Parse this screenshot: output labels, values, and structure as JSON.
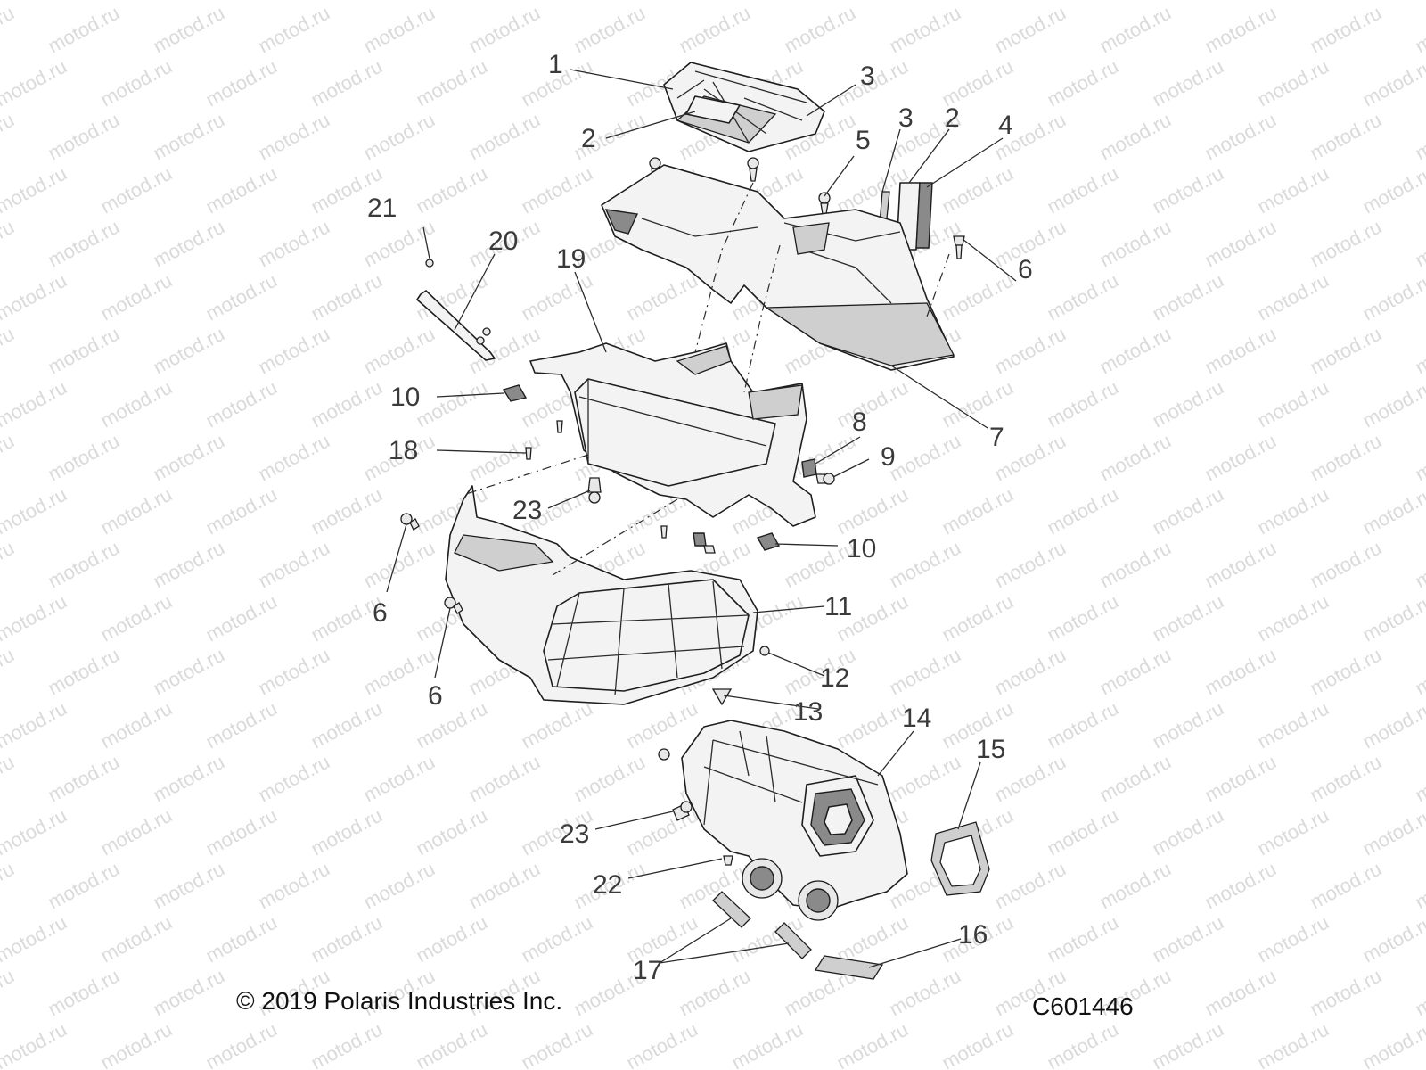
{
  "footer": {
    "copyright": "© 2019 Polaris Industries Inc.",
    "figure_code": "C601446"
  },
  "watermark": {
    "text": "motod.ru"
  },
  "callouts": [
    {
      "id": "c1a",
      "label": "1"
    },
    {
      "id": "c2a",
      "label": "2"
    },
    {
      "id": "c3a",
      "label": "3"
    },
    {
      "id": "c5",
      "label": "5"
    },
    {
      "id": "c3b",
      "label": "3"
    },
    {
      "id": "c2b",
      "label": "2"
    },
    {
      "id": "c4",
      "label": "4"
    },
    {
      "id": "c21",
      "label": "21"
    },
    {
      "id": "c20",
      "label": "20"
    },
    {
      "id": "c19",
      "label": "19"
    },
    {
      "id": "c6a",
      "label": "6"
    },
    {
      "id": "c10a",
      "label": "10"
    },
    {
      "id": "c7",
      "label": "7"
    },
    {
      "id": "c8",
      "label": "8"
    },
    {
      "id": "c9",
      "label": "9"
    },
    {
      "id": "c18",
      "label": "18"
    },
    {
      "id": "c23a",
      "label": "23"
    },
    {
      "id": "c10b",
      "label": "10"
    },
    {
      "id": "c6b",
      "label": "6"
    },
    {
      "id": "c11",
      "label": "11"
    },
    {
      "id": "c6c",
      "label": "6"
    },
    {
      "id": "c12",
      "label": "12"
    },
    {
      "id": "c13",
      "label": "13"
    },
    {
      "id": "c14",
      "label": "14"
    },
    {
      "id": "c15",
      "label": "15"
    },
    {
      "id": "c23b",
      "label": "23"
    },
    {
      "id": "c22",
      "label": "22"
    },
    {
      "id": "c16",
      "label": "16"
    },
    {
      "id": "c17",
      "label": "17"
    }
  ]
}
